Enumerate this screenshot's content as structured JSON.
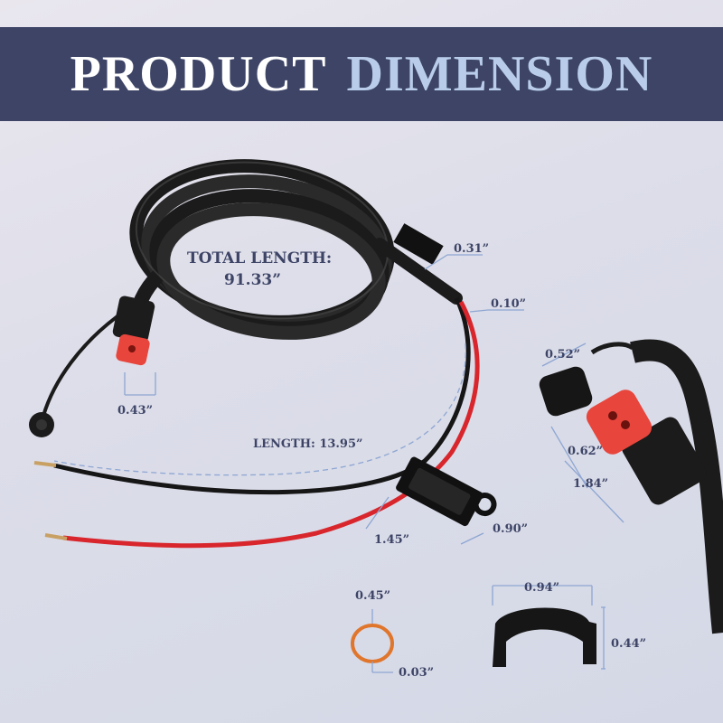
{
  "header": {
    "title_word_1": "PRODUCT",
    "title_word_2": "DIMENSION"
  },
  "labels": {
    "total_length_title": "TOTAL LENGTH:",
    "total_length_value": "91.33”",
    "cable_dia": "0.31”",
    "wire_dia": "0.10”",
    "plug_dia": "0.43”",
    "length": "LENGTH: 13.95”",
    "cap_width": "0.52”",
    "tip_dia": "0.62”",
    "plug_length": "1.84”",
    "fuse_length": "1.45”",
    "fuse_width": "0.90”",
    "oring_outer": "0.45”",
    "oring_thick": "0.03”",
    "clip_width": "0.94”",
    "clip_height": "0.44”"
  },
  "colors": {
    "banner": "#3d4466",
    "accent": "#b9cdea",
    "cable": "#1b1b1b",
    "red_wire": "#d8262c",
    "plug": "#e8453c"
  }
}
